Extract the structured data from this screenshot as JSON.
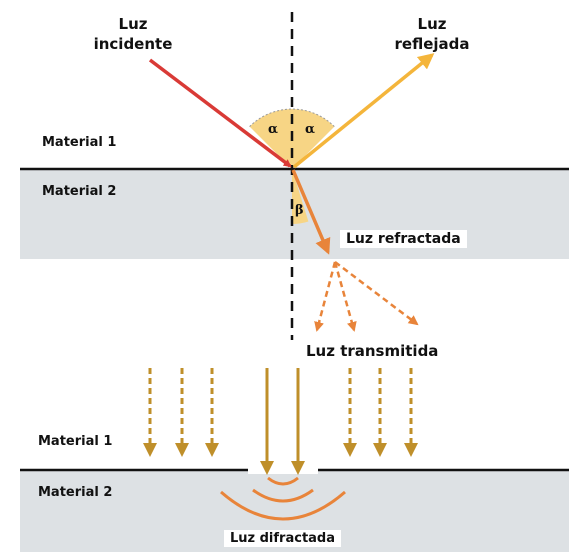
{
  "labels": {
    "incident_light": [
      "Luz",
      "incidente"
    ],
    "reflected_light": [
      "Luz",
      "reflejada"
    ],
    "refracted_light": "Luz refractada",
    "transmitted_light": "Luz transmitida",
    "diffracted_light": "Luz difractada",
    "material_1_top": "Material 1",
    "material_2_top": "Material 2",
    "material_1_bottom": "Material 1",
    "material_2_bottom": "Material 2",
    "angle_incidence": "α",
    "angle_reflection": "α",
    "angle_refraction": "β"
  },
  "colors": {
    "material_2_fill": "#dde1e4",
    "incident_ray": "#d93a36",
    "reflected_ray": "#f4b53b",
    "refracted_ray": "#e8843a",
    "angle_fill": "#f7d585",
    "diffraction_arrows": "#bf8f2a",
    "diffraction_waves": "#e8843a",
    "normal_line": "#111111"
  }
}
